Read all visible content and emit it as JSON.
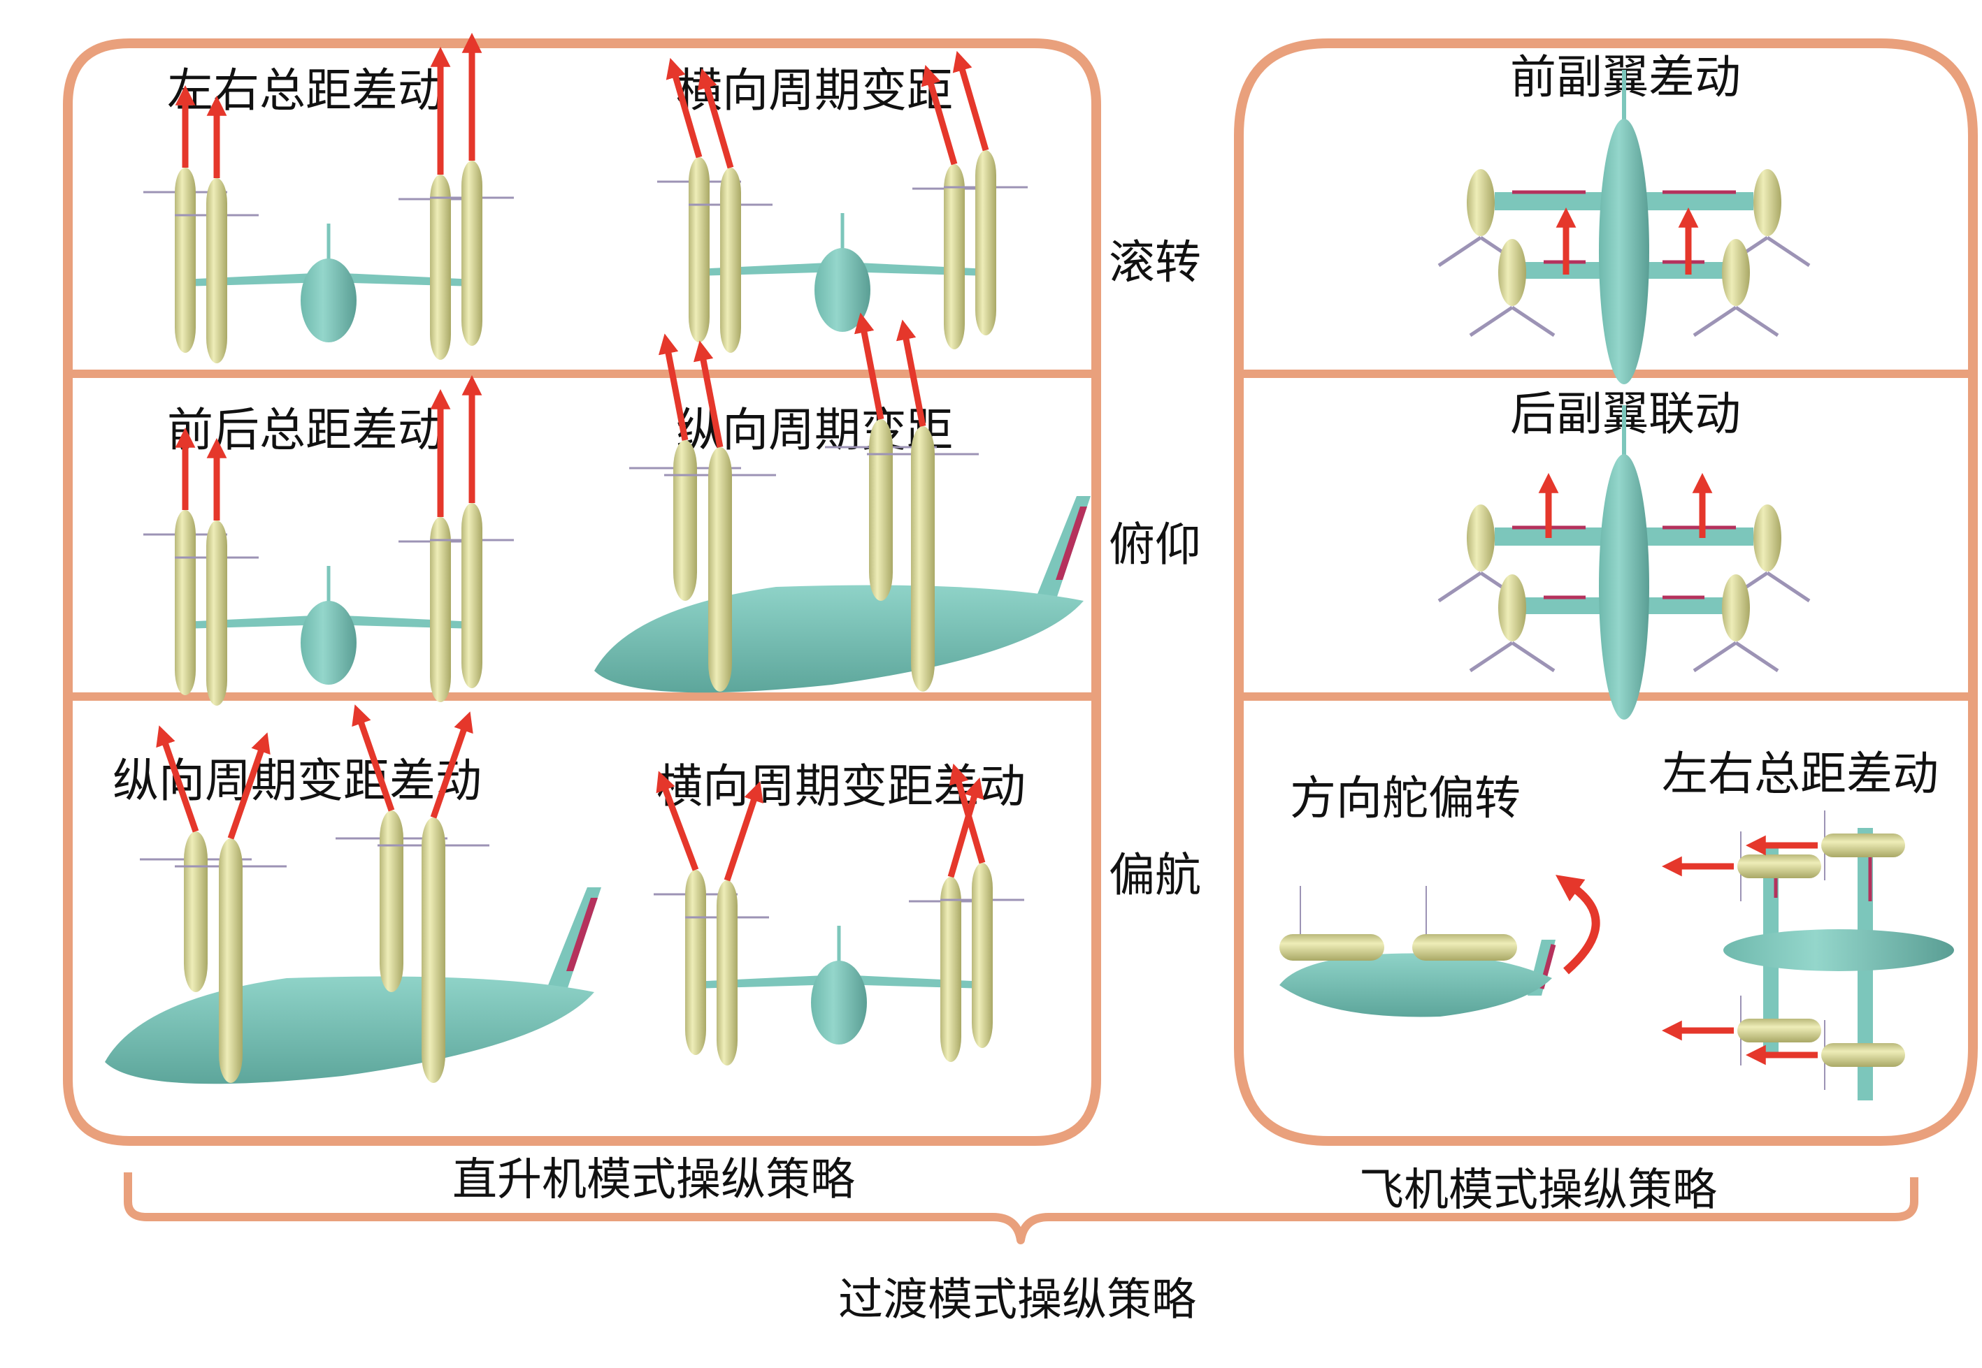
{
  "colors": {
    "frame": "#e9a07c",
    "fuselage": "#7cc6bb",
    "nacelle": "#d8d79a",
    "arrow": "#e5372b",
    "aileron": "#b5315c",
    "rotor": "#9c93b5",
    "text": "#111111"
  },
  "rows": [
    {
      "label": "滚转"
    },
    {
      "label": "俯仰"
    },
    {
      "label": "偏航"
    }
  ],
  "helicopter": {
    "roll": [
      {
        "caption": "左右总距差动",
        "view": "front",
        "arrows": "vertical-differential"
      },
      {
        "caption": "横向周期变距",
        "view": "front",
        "arrows": "tilted-lateral"
      }
    ],
    "pitch": [
      {
        "caption": "前后总距差动",
        "view": "front",
        "arrows": "vertical-differential"
      },
      {
        "caption": "纵向周期变距",
        "view": "side",
        "arrows": "tilted-forward"
      }
    ],
    "yaw": [
      {
        "caption": "纵向周期变距差动",
        "view": "side",
        "arrows": "tilted-opposed"
      },
      {
        "caption": "横向周期变距差动",
        "view": "front",
        "arrows": "tilted-opposed"
      }
    ]
  },
  "airplane": {
    "roll": [
      {
        "caption": "前副翼差动",
        "view": "top",
        "arrows": "aileron-up"
      }
    ],
    "pitch": [
      {
        "caption": "后副翼联动",
        "view": "top",
        "arrows": "aileron-up"
      }
    ],
    "yaw": [
      {
        "caption": "方向舵偏转",
        "view": "side",
        "arrows": "rudder-curved"
      },
      {
        "caption": "左右总距差动",
        "view": "top",
        "arrows": "thrust-left"
      }
    ]
  },
  "brackets": {
    "helicopter_label": "直升机模式操纵策略",
    "airplane_label": "飞机模式操纵策略",
    "transition_label": "过渡模式操纵策略"
  }
}
